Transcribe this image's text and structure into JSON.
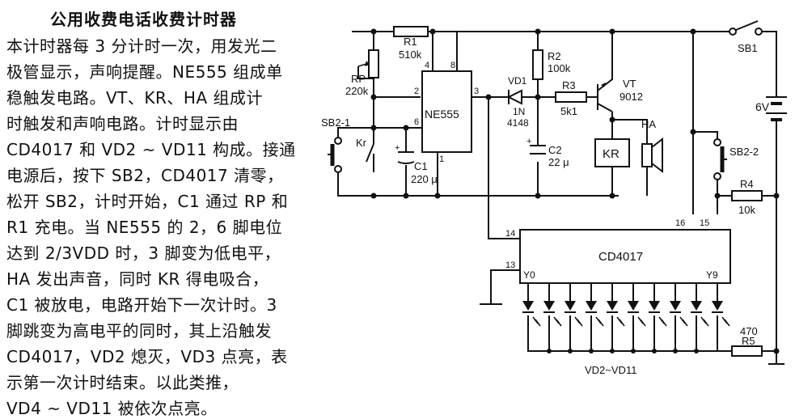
{
  "article": {
    "title": "公用收费电话收费计时器",
    "lines": [
      "本计时器每 3 分计时一次，用发光二",
      "极管显示，声响提醒。NE555 组成单",
      "稳触发电路。VT、KR、HA 组成计",
      "时触发和声响电路。计时显示由",
      "CD4017 和 VD2 ~ VD11 构成。接通",
      "电源后，按下 SB2，CD4017 清零，",
      "松开 SB2，计时开始，C1 通过 RP 和",
      "R1 充电。当 NE555 的 2，6 脚电位",
      "达到 2/3VDD 时，3 脚变为低电平，",
      "HA 发出声音，同时 KR 得电吸合，",
      "C1 被放电，电路开始下一次计时。3",
      "脚跳变为高电平的同时，其上沿触发",
      "CD4017，VD2 熄灭，VD3 点亮，表",
      "示第一次计时结束。以此类推，",
      "VD4 ~ VD11 被依次点亮。"
    ]
  },
  "schematic": {
    "labels": {
      "r1_name": "R1",
      "r1_value": "510k",
      "rp_name": "RP",
      "rp_value": "220k",
      "r2_name": "R2",
      "r2_value": "100k",
      "ic1_name": "NE555",
      "ic1_pin4": "4",
      "ic1_pin8": "8",
      "ic1_pin2": "2",
      "ic1_pin3": "3",
      "ic1_pin6": "6",
      "ic1_pin1": "1",
      "vd1_name": "VD1",
      "vd1_type_a": "1N",
      "vd1_type_b": "4148",
      "r3_name": "R3",
      "r3_value": "5k1",
      "vt_name": "VT",
      "vt_type": "9012",
      "sb1_name": "SB1",
      "battery_value": "6V",
      "sb21_name": "SB2-1",
      "kr_contact": "Kr",
      "c1_name": "C1",
      "c1_value": "220 μ",
      "c2_name": "C2",
      "c2_value": "22 μ",
      "kr_name": "KR",
      "ha_name": "HA",
      "sb22_name": "SB2-2",
      "r4_name": "R4",
      "r4_value": "10k",
      "ic2_name": "CD4017",
      "ic2_pin16": "16",
      "ic2_pin15": "15",
      "ic2_pin14": "14",
      "ic2_pin13": "13",
      "ic2_y0": "Y0",
      "ic2_y9": "Y9",
      "r5_name": "R5",
      "r5_value": "470",
      "led_group": "VD2~VD11",
      "plus": "+"
    }
  }
}
